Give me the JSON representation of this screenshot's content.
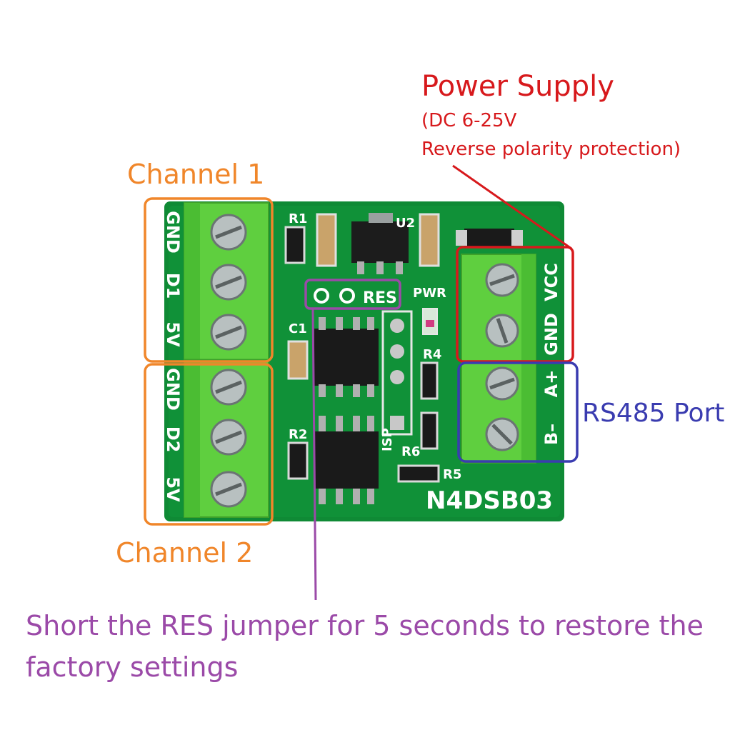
{
  "colors": {
    "power": "#d7191c",
    "channel": "#f0862a",
    "rs485": "#3a3cb0",
    "res": "#9b4aa8",
    "pcb": "#0f8a35",
    "terminal": "#5fcf3f"
  },
  "power_supply": {
    "title": "Power Supply",
    "line1": "(DC 6-25V",
    "line2": "Reverse polarity protection)"
  },
  "channel1": {
    "label": "Channel 1"
  },
  "channel2": {
    "label": "Channel 2"
  },
  "rs485": {
    "label": "RS485 Port"
  },
  "res_note": {
    "line1": "Short the RES jumper for 5 seconds to restore the",
    "line2": "factory settings"
  },
  "board": {
    "model": "N4DSB03",
    "left_pins": [
      "GND",
      "D1",
      "5V",
      "GND",
      "D2",
      "5V"
    ],
    "right_pins": [
      "VCC",
      "GND",
      "A+",
      "B–"
    ],
    "silkscreen": {
      "r1": "R1",
      "u2": "U2",
      "c1": "C1",
      "r2": "R2",
      "res": "RES",
      "pwr": "PWR",
      "r4": "R4",
      "r6": "R6",
      "r5": "R5",
      "isp": "ISP"
    }
  }
}
